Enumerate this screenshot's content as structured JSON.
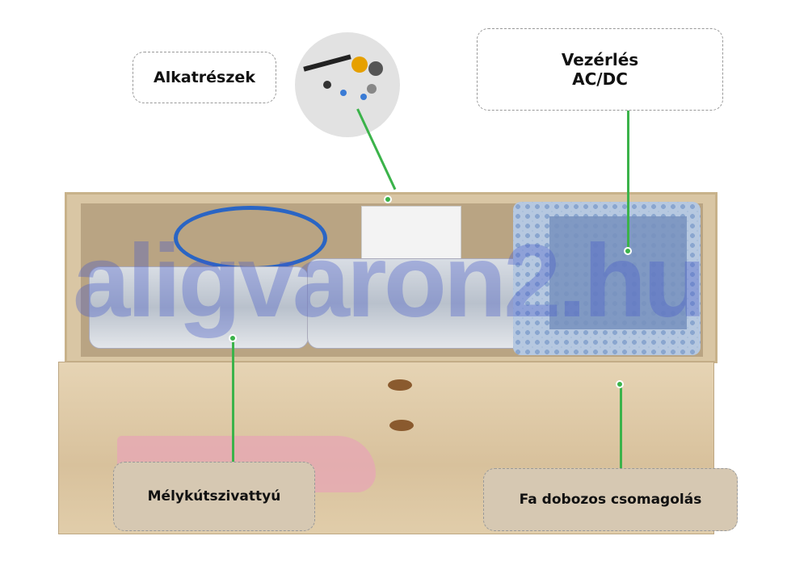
{
  "labels": {
    "parts": "Alkatrészek",
    "control_line1": "Vezérlés",
    "control_line2": "AC/DC",
    "pump": "Mélykútszivattyú",
    "packaging": "Fa dobozos csomagolás"
  },
  "watermark": "aligvaron2.hu",
  "colors": {
    "callout_line": "#3bb34a",
    "watermark": "#4658c8"
  }
}
